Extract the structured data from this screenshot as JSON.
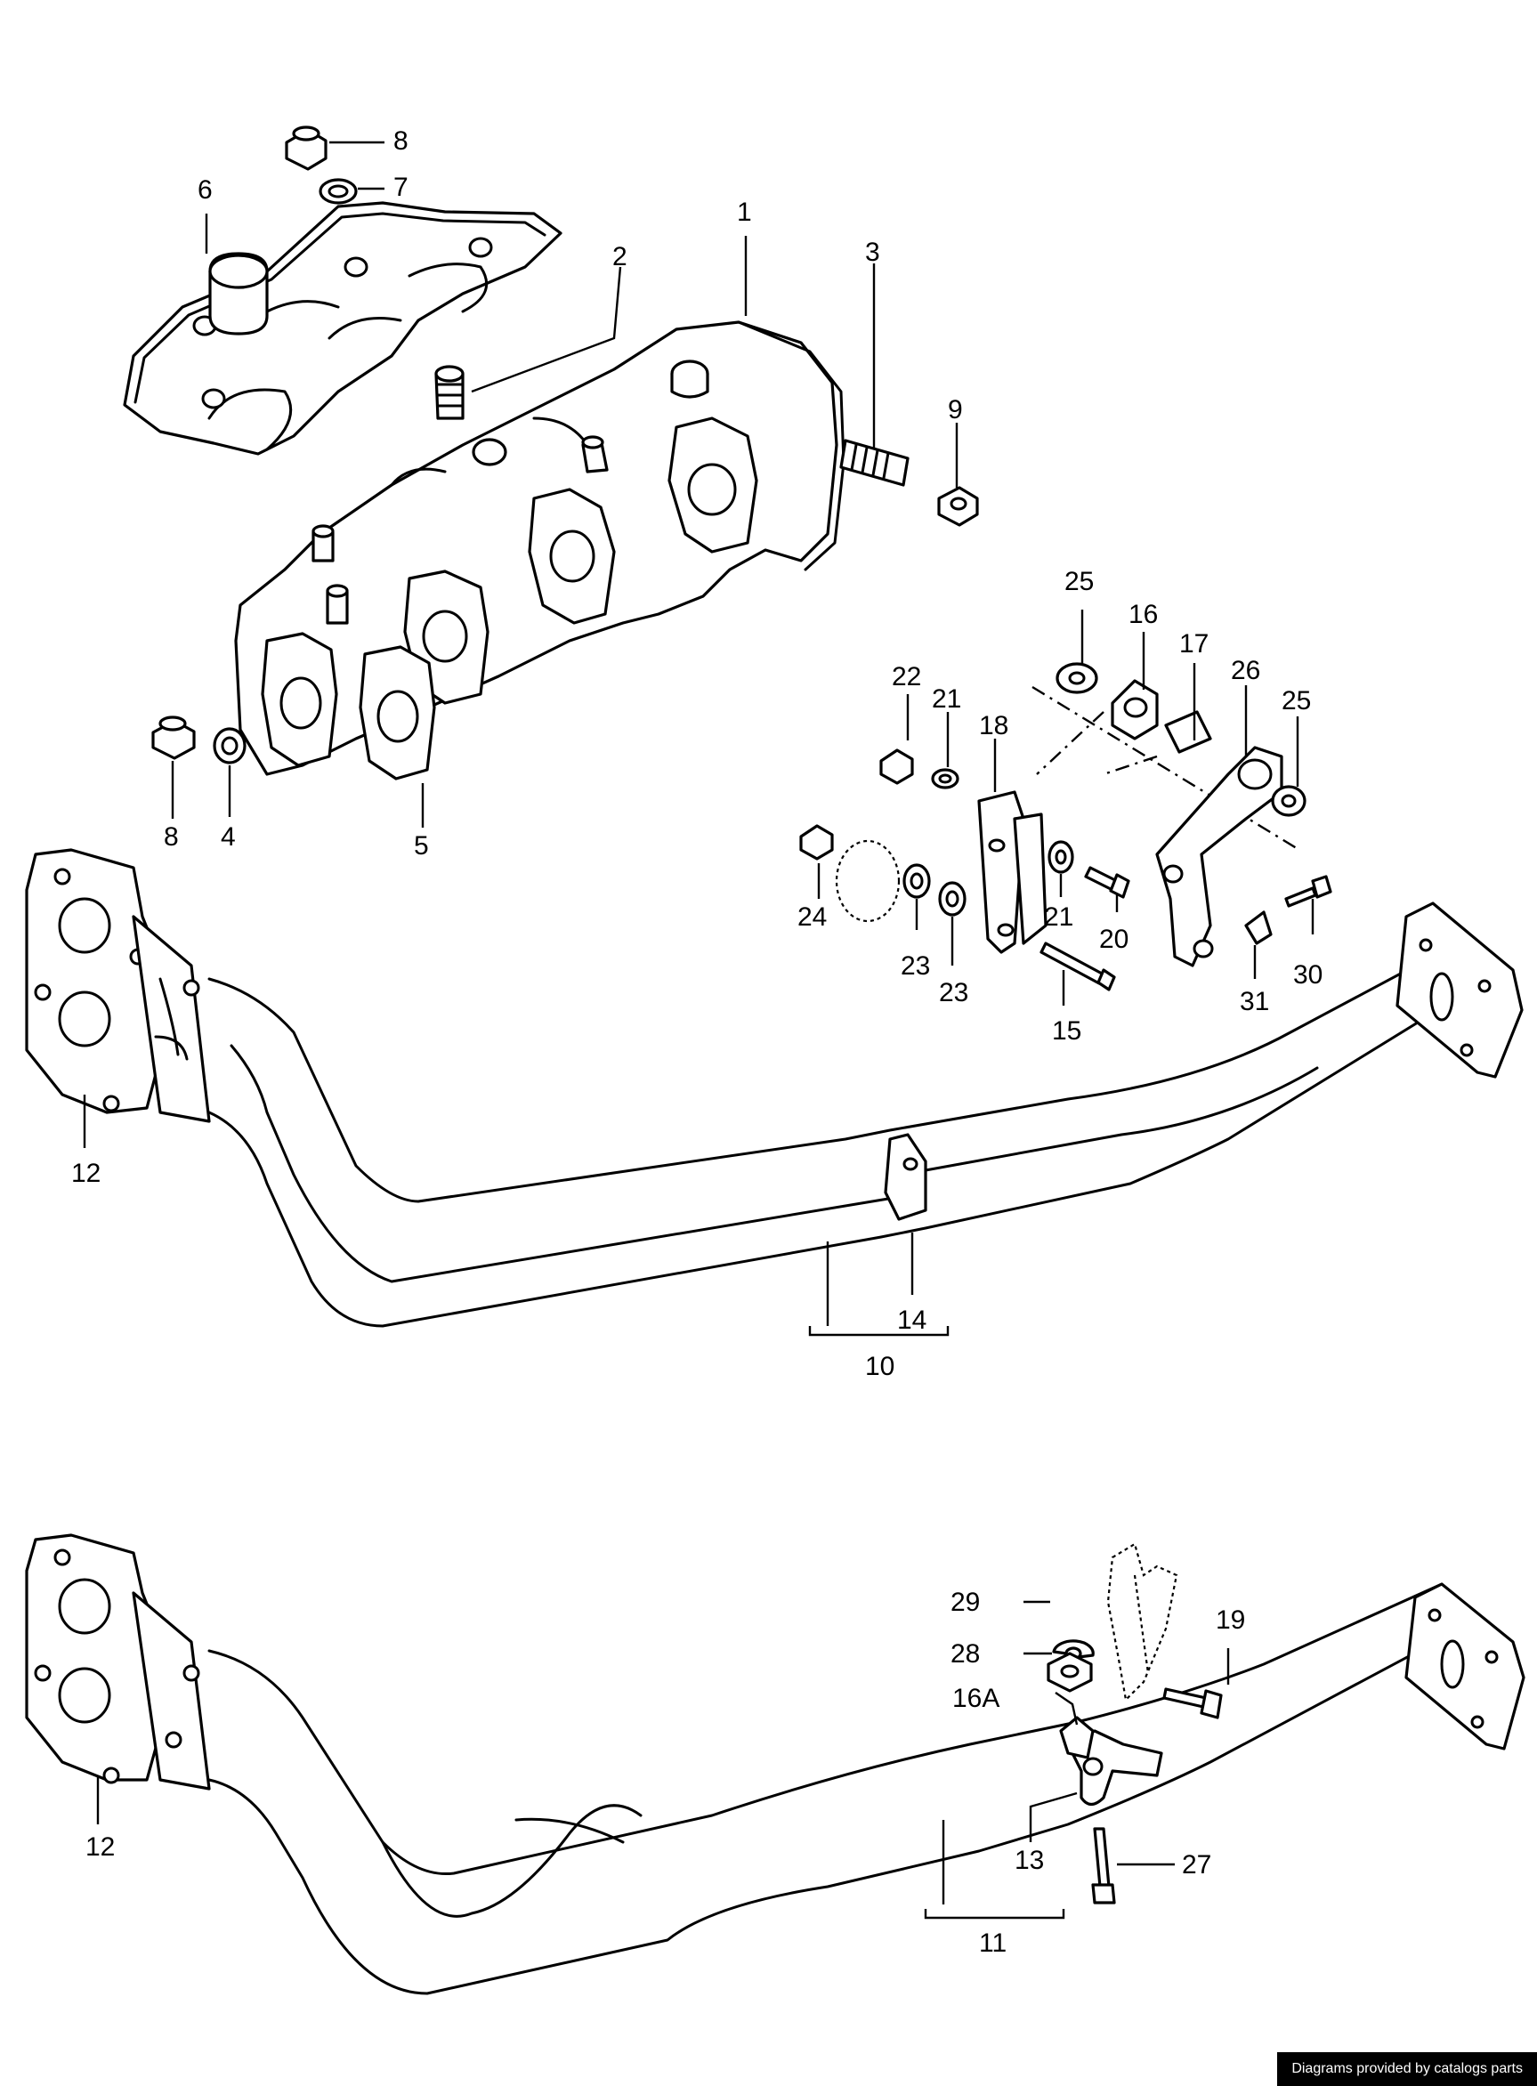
{
  "labels": {
    "1": "1",
    "2": "2",
    "3": "3",
    "4": "4",
    "5": "5",
    "6": "6",
    "7": "7",
    "8": "8",
    "9": "9",
    "10": "10",
    "11": "11",
    "12": "12",
    "13": "13",
    "14": "14",
    "15": "15",
    "16": "16",
    "16A": "16A",
    "17": "17",
    "18": "18",
    "19": "19",
    "20": "20",
    "21": "21",
    "22": "22",
    "23": "23",
    "24": "24",
    "25": "25",
    "26": "26",
    "27": "27",
    "28": "28",
    "29": "29",
    "30": "30",
    "31": "31"
  },
  "footer": {
    "credit": "Diagrams provided by catalogs parts"
  }
}
